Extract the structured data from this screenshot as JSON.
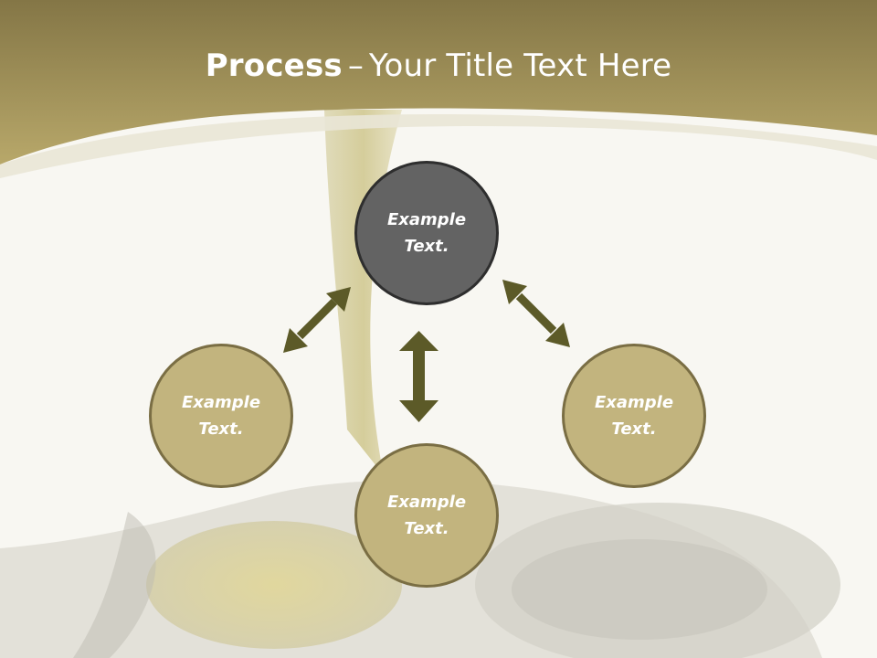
{
  "header": {
    "title_bold": "Process",
    "title_separator": "–",
    "title_rest": "Your Title Text Here"
  },
  "diagram": {
    "center_node": {
      "label": "Example Text."
    },
    "left_node": {
      "label": "Example Text."
    },
    "bottom_node": {
      "label": "Example Text."
    },
    "right_node": {
      "label": "Example Text."
    }
  },
  "colors": {
    "header_band": "#b3a266",
    "node_fill": "#c2b47e",
    "node_border": "#7a6e44",
    "center_fill": "#636363",
    "arrow": "#5c5a28"
  }
}
